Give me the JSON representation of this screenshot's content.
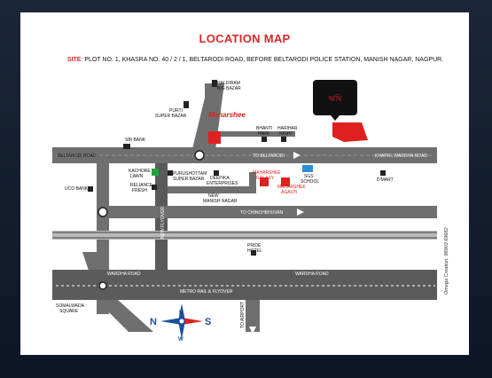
{
  "header": {
    "title": "LOCATION MAP",
    "site_label": "SITE",
    "site_text": ": PLOT NO. 1, KHASRA NO. 40 / 2 / 1, BELTARODI ROAD, BEFORE BELTARODI POLICE STATION, MANISH NAGAR, NAGPUR."
  },
  "roads": {
    "beltarodi_road": "BELTARODI ROAD",
    "to_beltarodi": "TO BELTARODI",
    "khapri_wardha_road": "KHAPRI, WARDHA ROAD",
    "new_manish_nagar_1": "NEW",
    "new_manish_nagar_2": "MANISH NAGAR",
    "to_chinchbhuvan": "TO CHINCHBHUVAN",
    "new_flyover": "NEW FLYOVER",
    "wardha_road_left": "WARDHA ROAD",
    "wardha_road_right": "WARDHA ROAD",
    "metro_rail": "METRO RAIL & FLYOVER",
    "to_airport": "TO AIRPORT"
  },
  "landmarks": {
    "haldiram_1": "HALDIRAM",
    "haldiram_2": "BIG BAZAR",
    "purti_1": "PURTI",
    "purti_2": "SUPER BAZAR",
    "bhanti_1": "BHANTI",
    "bhanti_2": "PARK",
    "harihar_1": "HARIHAR",
    "harihar_2": "NIGHT",
    "sbi_bank": "SBI BANK",
    "kachore_1": "KACHORE",
    "kachore_2": "LAWN",
    "reliance_1": "RELIANCE",
    "reliance_2": "FRESH",
    "purushottam_1": "PURUSHOTTAM",
    "purushottam_2": "SUPER BAZAR",
    "deepika_1": "DEEPIKA",
    "deepika_2": "ENTERPRISES",
    "maharshee_galaxy_1": "MAHARSHEE",
    "maharshee_galaxy_2": "GALAXY",
    "maharshee_agasti_1": "MAHARSHEE",
    "maharshee_agasti_2": "AGASTI",
    "sgs_school_1": "SGS",
    "sgs_school_2": "SCHOOL",
    "dmart": "D'MART",
    "uco_bank": "UCO BANK",
    "pride_hotel_1": "PRIDE",
    "pride_hotel_2": "HOTEL",
    "somalwada_1": "SOMALWADA",
    "somalwada_2": "SQUARE",
    "maharshee_logo": "Maharshee"
  },
  "compass": {
    "n": "N",
    "s": "S",
    "e": "E",
    "w": "W"
  },
  "credit": "Omega Creation, 98903 69682",
  "colors": {
    "road": "#6f6f6f",
    "road_dark": "#444444",
    "accent_red": "#e02020",
    "green": "#22a23a",
    "blue": "#2a8fd6",
    "title_red": "#d32b2b"
  }
}
